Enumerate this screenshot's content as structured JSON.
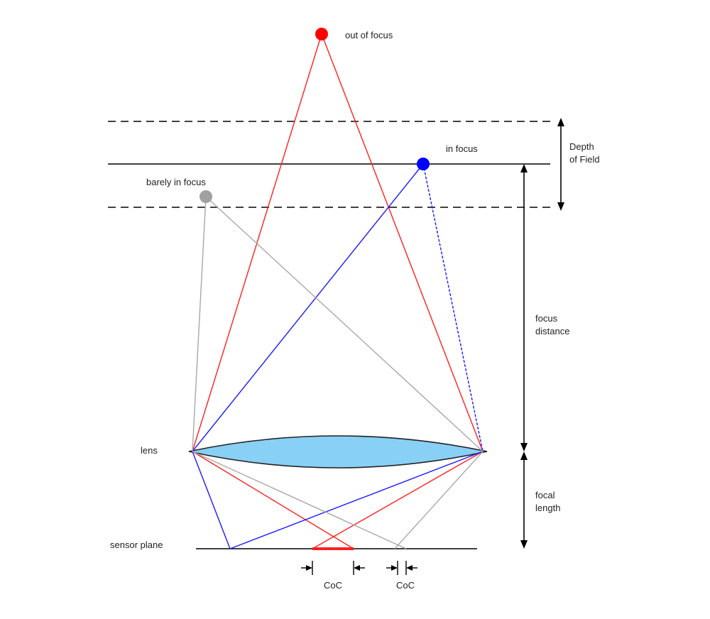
{
  "labels": {
    "out_of_focus": "out of focus",
    "in_focus": "in focus",
    "barely_in_focus": "barely in focus",
    "depth_of_field_1": "Depth",
    "depth_of_field_2": "of Field",
    "focus_distance_1": "focus",
    "focus_distance_2": "distance",
    "lens": "lens",
    "focal_length_1": "focal",
    "focal_length_2": "length",
    "sensor_plane": "sensor plane",
    "coc_left": "CoC",
    "coc_right": "CoC"
  },
  "colors": {
    "out_of_focus": "#ff0000",
    "in_focus": "#0000ff",
    "barely_in_focus": "#a0a0a0",
    "lens_fill": "#88d0f5",
    "lines": "#000000"
  }
}
